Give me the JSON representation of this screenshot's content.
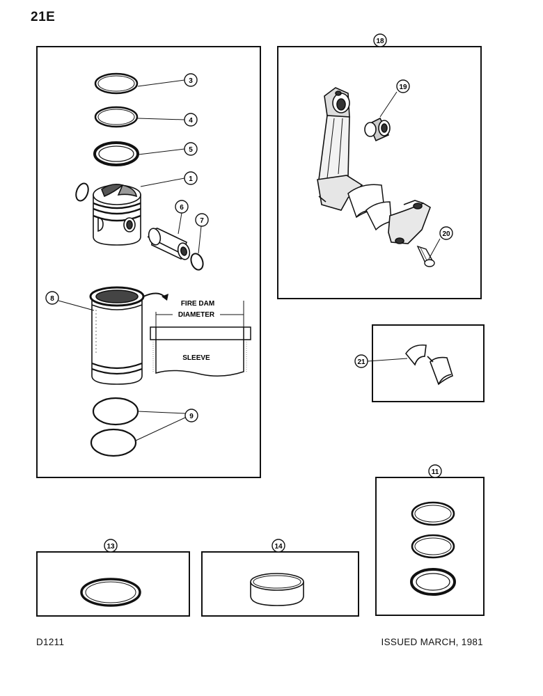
{
  "page": {
    "page_number": "21E",
    "figure_code": "D1211",
    "issue_note": "ISSUED MARCH, 1981"
  },
  "labels": {
    "fire_dam_line1": "FIRE DAM",
    "fire_dam_line2": "DIAMETER",
    "sleeve": "SLEEVE"
  },
  "callouts": {
    "c1": "1",
    "c3": "3",
    "c4": "4",
    "c5": "5",
    "c6": "6",
    "c7": "7",
    "c8": "8",
    "c9": "9",
    "c11": "11",
    "c13": "13",
    "c14": "14",
    "c18": "18",
    "c19": "19",
    "c20": "20",
    "c21": "21"
  }
}
